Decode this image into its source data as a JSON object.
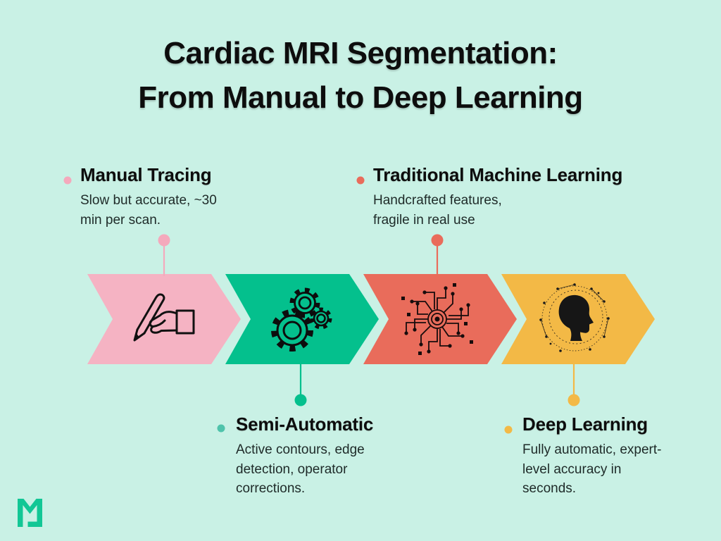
{
  "background_color": "#c9f1e5",
  "title": {
    "line1": "Cardiac MRI Segmentation:",
    "line2": "From Manual to Deep Learning"
  },
  "stages": [
    {
      "name": "Manual Tracing",
      "description_lines": [
        "Slow but accurate, ~30",
        "min per scan."
      ],
      "chevron_color": "#f5b3c3",
      "bullet_color": "#f4a9bc",
      "connector_color": "#f4a9bc",
      "icon": "writing-hand-icon",
      "label_position": "above"
    },
    {
      "name": "Semi-Automatic",
      "description_lines": [
        "Active contours, edge",
        "detection, operator",
        "corrections."
      ],
      "chevron_color": "#04c08d",
      "bullet_color": "#4fc3ab",
      "connector_color": "#04c08d",
      "icon": "gears-icon",
      "label_position": "below"
    },
    {
      "name": "Traditional Machine Learning",
      "description_lines": [
        "Handcrafted features,",
        "fragile in real use"
      ],
      "chevron_color": "#e96c5b",
      "bullet_color": "#e96c5b",
      "connector_color": "#e96c5b",
      "icon": "circuit-board-icon",
      "label_position": "above"
    },
    {
      "name": "Deep Learning",
      "description_lines": [
        "Fully automatic, expert-",
        "level accuracy in",
        "seconds."
      ],
      "chevron_color": "#f3b946",
      "bullet_color": "#f3b946",
      "connector_color": "#f3b946",
      "icon": "ai-head-icon",
      "label_position": "below"
    }
  ],
  "logo": {
    "shape": "m-monogram",
    "color": "#12c795"
  }
}
